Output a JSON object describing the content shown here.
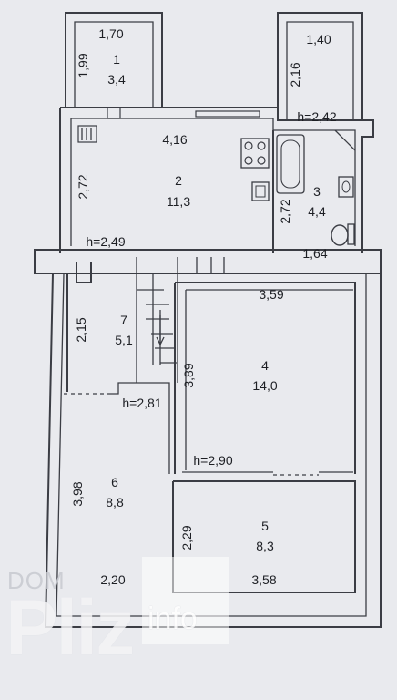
{
  "rooms": [
    {
      "number": "1",
      "area": "3,4"
    },
    {
      "number": "2",
      "area": "11,3"
    },
    {
      "number": "3",
      "area": "4,4"
    },
    {
      "number": "4",
      "area": "14,0"
    },
    {
      "number": "5",
      "area": "8,3"
    },
    {
      "number": "6",
      "area": "8,8"
    },
    {
      "number": "7",
      "area": "5,1"
    }
  ],
  "dimensions": {
    "r1_width": "1,70",
    "r1_height": "1,99",
    "r_top_right_width": "1,40",
    "r_top_right_height": "2,16",
    "r2_width": "4,16",
    "r2_height": "2,72",
    "r3_height": "2,72",
    "r3_width": "1,64",
    "r4_width": "3,59",
    "r4_height": "3,89",
    "r7_height": "2,15",
    "r6_height": "3,98",
    "r6_width": "2,20",
    "r5_height": "2,29",
    "r5_width": "3,58"
  },
  "ceiling_heights": {
    "top_right": "h=2,42",
    "upper_floor": "h=2,49",
    "left_block": "h=2,81",
    "room4": "h=2,90"
  },
  "watermark": {
    "dom": "DOM",
    "pliz": "Pliz",
    "info": "info"
  },
  "icons": [
    "stove-icon",
    "sink-icon",
    "bathtub-icon",
    "washbasin-icon",
    "toilet-icon",
    "staircase-icon"
  ]
}
